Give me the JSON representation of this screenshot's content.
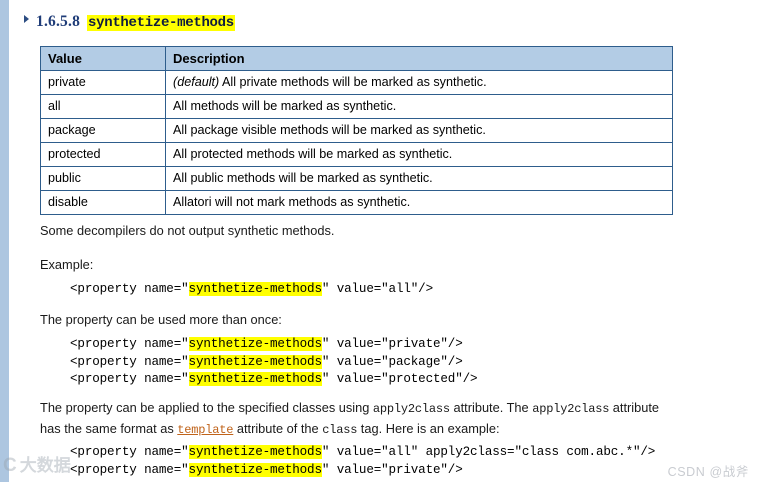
{
  "page": {
    "heading": {
      "marker": "triangle-bullet",
      "number": "1.6.5.8",
      "name": "synthetize-methods"
    },
    "colors": {
      "rail": "#adc6e0",
      "table_header_bg": "#b3cce5",
      "table_border": "#2e5d8c",
      "heading_number": "#1f3c78",
      "highlight": "#ffff00",
      "link": "#c0631a"
    }
  },
  "table": {
    "columns": [
      "Value",
      "Description"
    ],
    "rows": [
      {
        "value": "private",
        "desc_italic": "(default)",
        "desc": " All private methods will be marked as synthetic."
      },
      {
        "value": "all",
        "desc_italic": "",
        "desc": "All methods will be marked as synthetic."
      },
      {
        "value": "package",
        "desc_italic": "",
        "desc": "All package visible methods will be marked as synthetic."
      },
      {
        "value": "protected",
        "desc_italic": "",
        "desc": "All protected methods will be marked as synthetic."
      },
      {
        "value": "public",
        "desc_italic": "",
        "desc": "All public methods will be marked as synthetic."
      },
      {
        "value": "disable",
        "desc_italic": "",
        "desc": "Allatori will not mark methods as synthetic."
      }
    ]
  },
  "paragraphs": {
    "decompilers": "Some decompilers do not output synthetic methods.",
    "example_label": "Example:",
    "more_than_once": "The property can be used more than once:",
    "apply2class": {
      "part1": "The property can be applied to the specified classes using ",
      "code1": "apply2class",
      "part2": " attribute. The ",
      "code2": "apply2class",
      "part3": " attribute has the same format as ",
      "link": "template",
      "part4": " attribute of the ",
      "code3": "class",
      "part5": " tag. Here is an example:"
    }
  },
  "code_blocks": {
    "block1": [
      {
        "pre": "<property name=\"",
        "hl": "synthetize-methods",
        "post": "\" value=\"all\"/>"
      }
    ],
    "block2": [
      {
        "pre": "<property name=\"",
        "hl": "synthetize-methods",
        "post": "\" value=\"private\"/>"
      },
      {
        "pre": "<property name=\"",
        "hl": "synthetize-methods",
        "post": "\" value=\"package\"/>"
      },
      {
        "pre": "<property name=\"",
        "hl": "synthetize-methods",
        "post": "\" value=\"protected\"/>"
      }
    ],
    "block3": [
      {
        "pre": "<property name=\"",
        "hl": "synthetize-methods",
        "post": "\" value=\"all\" apply2class=\"class com.abc.*\"/>"
      },
      {
        "pre": "<property name=\"",
        "hl": "synthetize-methods",
        "post": "\" value=\"private\"/>"
      }
    ]
  },
  "watermarks": {
    "left_logo": "C",
    "left_text": "大数据",
    "right_text": "CSDN @战斧"
  }
}
